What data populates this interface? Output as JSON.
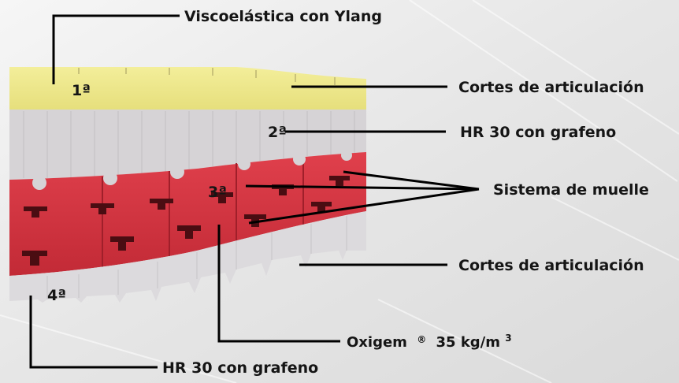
{
  "layers": [
    {
      "number": "1ª",
      "color": "#ede78a"
    },
    {
      "number": "2ª",
      "color": "#d6d3d6"
    },
    {
      "number": "3ª",
      "color": "#d8333f"
    },
    {
      "number": "4ª",
      "color": "#dcdadd"
    }
  ],
  "labels": {
    "top": "Viscoelástica con Ylang",
    "cuts_top": "Cortes de articulación",
    "hr_top": "HR 30 con grafeno",
    "springs": "Sistema de muelle",
    "cuts_bottom": "Cortes de articulación",
    "oxigem_name": "Oxigem",
    "oxigem_reg": "®",
    "oxigem_density": "35 kg/m",
    "oxigem_exp": "3",
    "hr_bottom": "HR 30 con grafeno"
  }
}
